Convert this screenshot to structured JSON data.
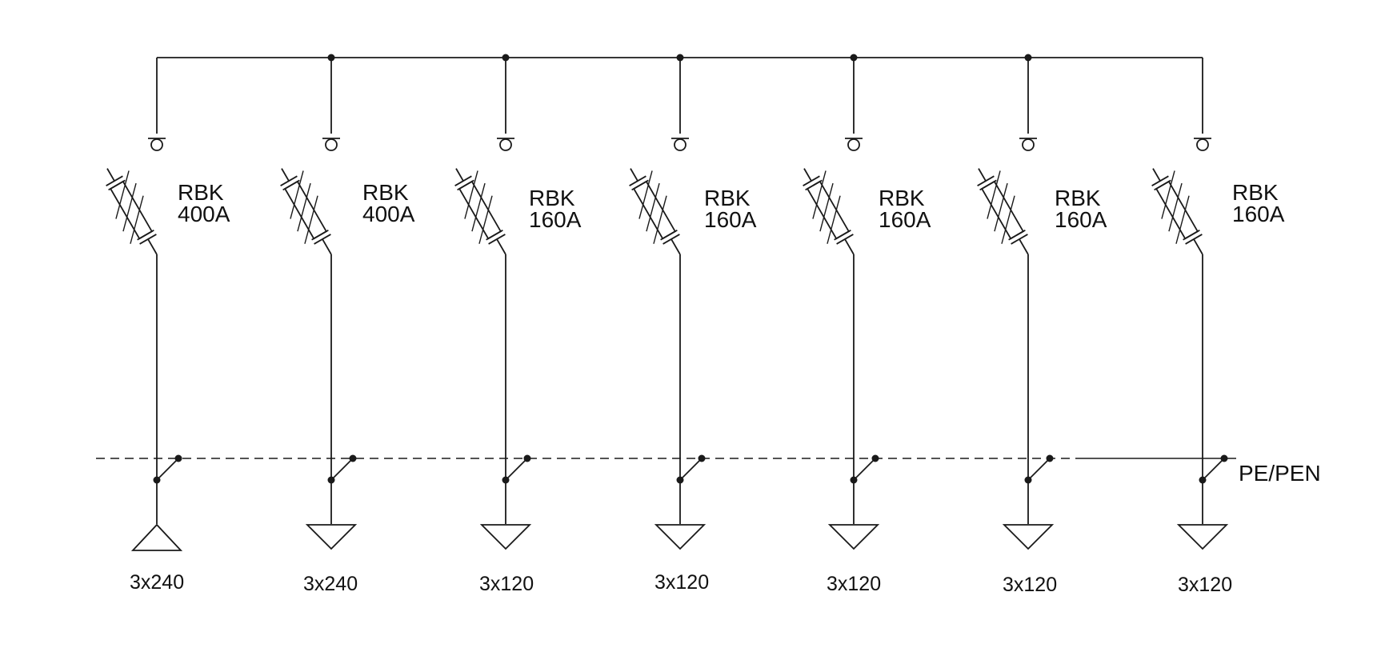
{
  "diagram": {
    "line_color": "#1a1a1a",
    "background": "#ffffff",
    "feeders": [
      {
        "fuse_type": "RBK",
        "rating": "400A",
        "cable": "3x240",
        "terminal": "up-triangle-icon"
      },
      {
        "fuse_type": "RBK",
        "rating": "400A",
        "cable": "3x240",
        "terminal": "down-triangle-icon"
      },
      {
        "fuse_type": "RBK",
        "rating": "160A",
        "cable": "3x120",
        "terminal": "down-triangle-icon"
      },
      {
        "fuse_type": "RBK",
        "rating": "160A",
        "cable": "3x120",
        "terminal": "down-triangle-icon"
      },
      {
        "fuse_type": "RBK",
        "rating": "160A",
        "cable": "3x120",
        "terminal": "down-triangle-icon"
      },
      {
        "fuse_type": "RBK",
        "rating": "160A",
        "cable": "3x120",
        "terminal": "down-triangle-icon"
      },
      {
        "fuse_type": "RBK",
        "rating": "160A",
        "cable": "3x120",
        "terminal": "down-triangle-icon"
      }
    ],
    "pe_bus_label": "PE/PEN"
  }
}
